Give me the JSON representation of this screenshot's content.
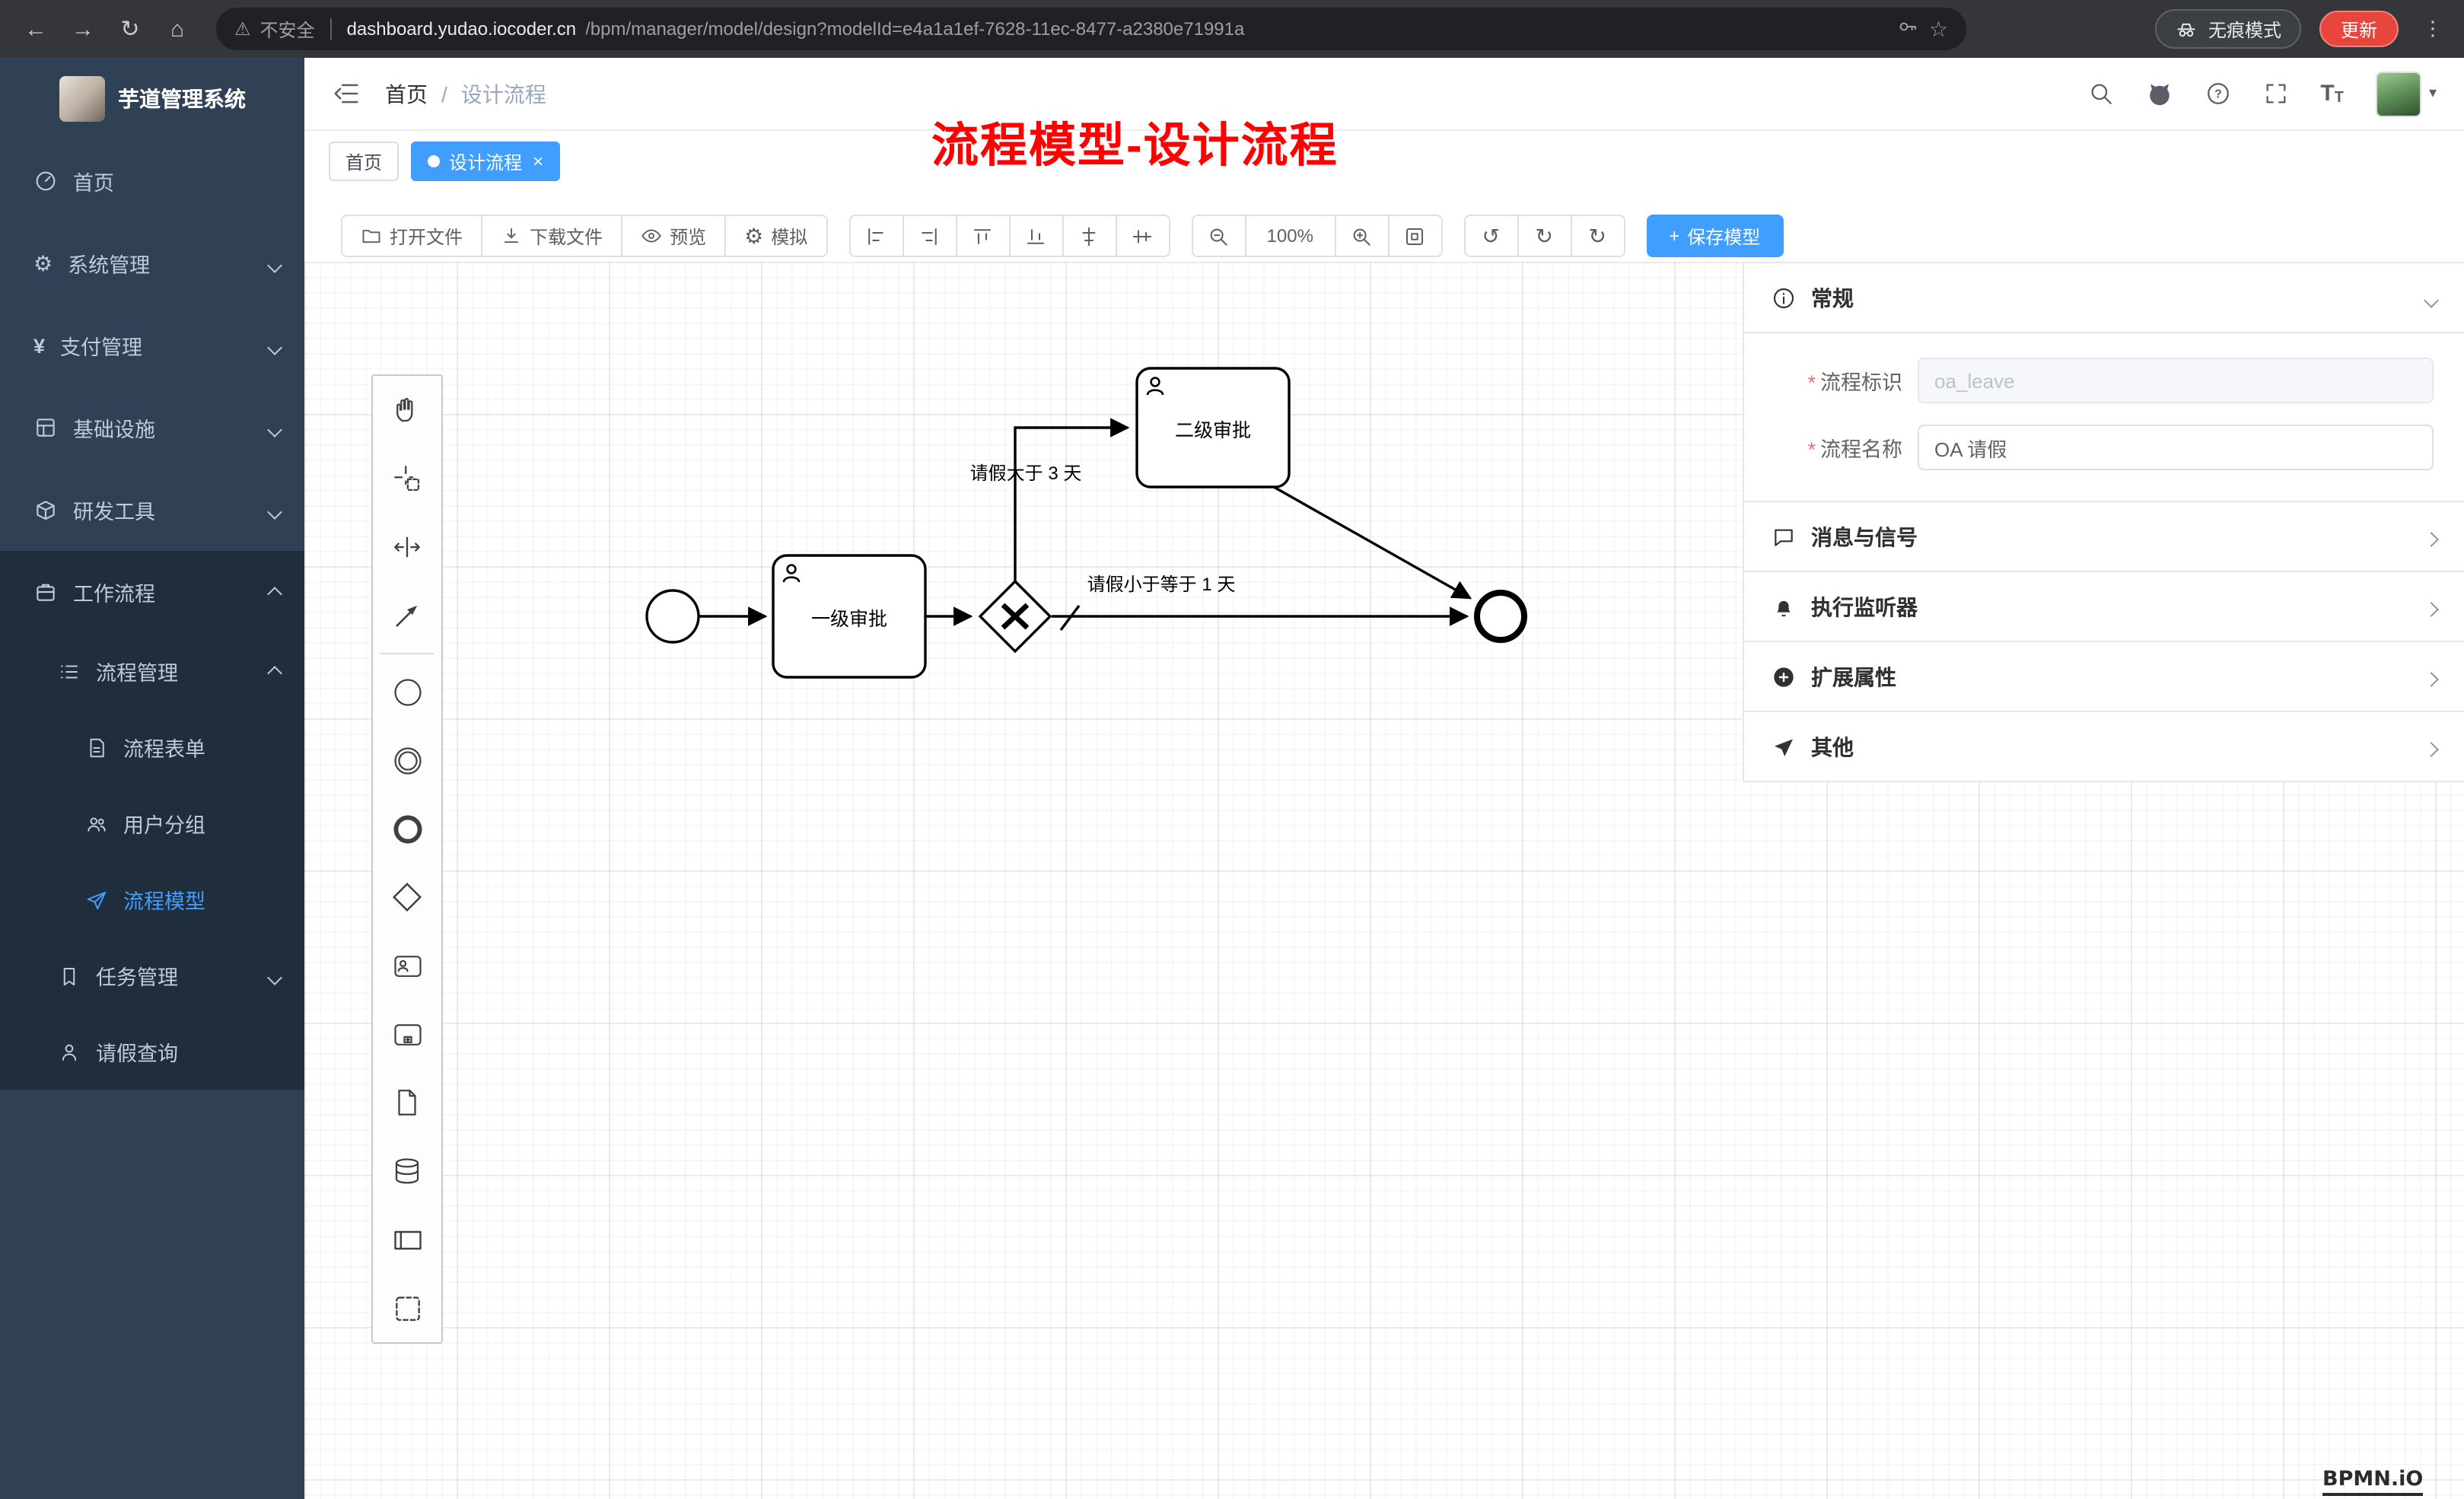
{
  "browser": {
    "security_label": "不安全",
    "url_host": "dashboard.yudao.iocoder.cn",
    "url_path": "/bpm/manager/model/design?modelId=e4a1a1ef-7628-11ec-8477-a2380e71991a",
    "incognito_label": "无痕模式",
    "update_label": "更新"
  },
  "sidebar": {
    "app_title": "芋道管理系统",
    "items": [
      {
        "label": "首页"
      },
      {
        "label": "系统管理"
      },
      {
        "label": "支付管理"
      },
      {
        "label": "基础设施"
      },
      {
        "label": "研发工具"
      },
      {
        "label": "工作流程"
      }
    ],
    "submenu": {
      "process_mgmt": "流程管理",
      "children": [
        {
          "label": "流程表单"
        },
        {
          "label": "用户分组"
        },
        {
          "label": "流程模型"
        }
      ],
      "task_mgmt": "任务管理",
      "leave_query": "请假查询"
    }
  },
  "header": {
    "breadcrumb_home": "首页",
    "breadcrumb_current": "设计流程",
    "annotation": "流程模型-设计流程"
  },
  "tabs": {
    "home": "首页",
    "design": "设计流程"
  },
  "toolbar": {
    "open": "打开文件",
    "download": "下载文件",
    "preview": "预览",
    "simulate": "模拟",
    "zoom_level": "100%",
    "save": "保存模型"
  },
  "palette": {
    "tools": [
      "hand-tool",
      "lasso-tool",
      "space-tool",
      "global-connect-tool",
      "create-start-event",
      "create-intermediate-event",
      "create-end-event",
      "create-gateway",
      "create-user-task",
      "create-subprocess",
      "create-data-object",
      "create-data-store",
      "create-participant",
      "create-group"
    ]
  },
  "diagram": {
    "type": "bpmn",
    "nodes": [
      {
        "id": "start",
        "kind": "startEvent",
        "label": ""
      },
      {
        "id": "task1",
        "kind": "userTask",
        "label": "一级审批"
      },
      {
        "id": "gateway",
        "kind": "exclusiveGateway",
        "label": ""
      },
      {
        "id": "task2",
        "kind": "userTask",
        "label": "二级审批"
      },
      {
        "id": "end",
        "kind": "endEvent",
        "label": ""
      }
    ],
    "flows": [
      {
        "from": "start",
        "to": "task1",
        "label": ""
      },
      {
        "from": "task1",
        "to": "gateway",
        "label": ""
      },
      {
        "from": "gateway",
        "to": "task2",
        "label": "请假大于 3 天"
      },
      {
        "from": "gateway",
        "to": "end",
        "label": "请假小于等于 1 天",
        "default": true
      },
      {
        "from": "task2",
        "to": "end",
        "label": ""
      }
    ]
  },
  "panel": {
    "general_title": "常规",
    "process_key_label": "流程标识",
    "process_key_value": "oa_leave",
    "process_name_label": "流程名称",
    "process_name_value": "OA 请假",
    "message_title": "消息与信号",
    "listener_title": "执行监听器",
    "ext_title": "扩展属性",
    "other_title": "其他"
  },
  "watermark": "BPMN.iO",
  "colors": {
    "accent": "#409eff",
    "annotation": "#fe0100",
    "sidebar_bg": "#304156",
    "submenu_bg": "#1f2d3d"
  }
}
